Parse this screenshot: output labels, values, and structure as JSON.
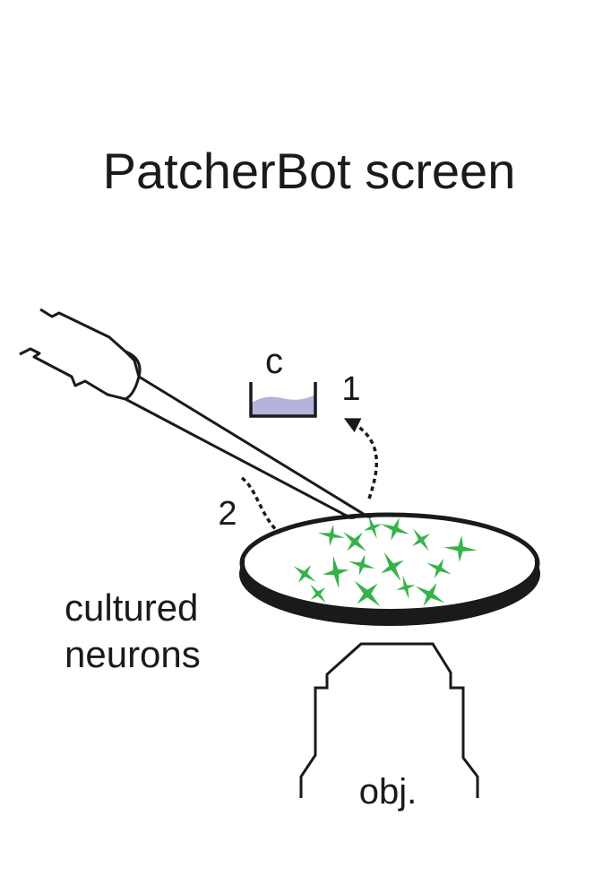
{
  "title": "PatcherBot screen",
  "labels": {
    "cleaning_bath": "c",
    "step_1": "1",
    "step_2": "2",
    "dish_line1": "cultured",
    "dish_line2": "neurons",
    "objective": "obj."
  },
  "colors": {
    "ink": "#1a1a1a",
    "cleaning_solution": "#b3b3dd",
    "neurons": "#36b24a",
    "dish_fill": "#ffffff"
  },
  "icons": {
    "pipette": "pipette-icon",
    "cleaning_bath": "cleaning-bath-icon",
    "culture_dish": "culture-dish-icon",
    "neuron": "neuron-icon",
    "objective": "objective-lens-icon",
    "arrow_to_bath": "dotted-arrow-icon",
    "arrow_to_dish": "dotted-arrow-icon"
  }
}
